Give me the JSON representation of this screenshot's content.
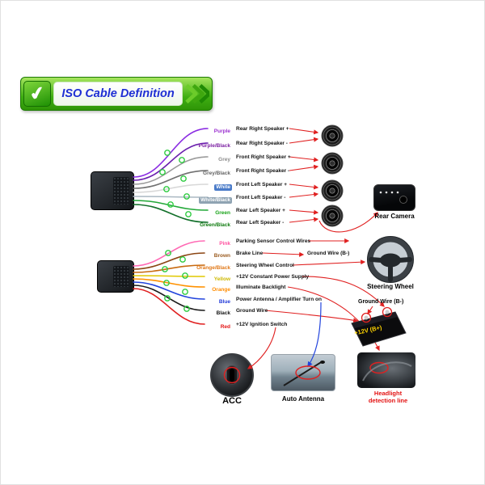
{
  "banner": {
    "check_glyph": "✔",
    "title": "ISO Cable Definition"
  },
  "colors": {
    "banner_green": "#33a40c",
    "title_blue": "#1f2fd4",
    "line_red": "#e02020",
    "line_blue": "#2244dd",
    "ring_green": "#2ecc40",
    "battery_text_yellow": "#ffd400",
    "headlight_label_red": "#e31212"
  },
  "top_harness": {
    "wires": [
      {
        "color": "Purple",
        "hex": "#9b30d0",
        "label": "Rear Right Speaker +"
      },
      {
        "color": "Purple/Black",
        "hex": "#7b1fa2",
        "label": "Rear Right Speaker -"
      },
      {
        "color": "Grey",
        "hex": "#8c8c8c",
        "label": "Front Right Speaker +"
      },
      {
        "color": "Grey/Black",
        "hex": "#636363",
        "label": "Front Right Speaker -"
      },
      {
        "color": "White",
        "hex": "#ffffff",
        "bg": "#4a7bc8",
        "label": "Front Left Speaker +"
      },
      {
        "color": "White/Black",
        "hex": "#ffffff",
        "bg": "#8fa3b2",
        "label": "Front Left Speaker -"
      },
      {
        "color": "Green",
        "hex": "#17a317",
        "label": "Rear Left Speaker +"
      },
      {
        "color": "Green/Black",
        "hex": "#0d7a0d",
        "label": "Rear Left Speaker -"
      }
    ]
  },
  "bottom_harness": {
    "brake_ground_label": "Ground Wire (B-)",
    "wires": [
      {
        "color": "Pink",
        "hex": "#ff4f9e",
        "label": "Parking Sensor Control Wires"
      },
      {
        "color": "Brown",
        "hex": "#9a5a1e",
        "label": "Brake Line"
      },
      {
        "color": "Orange/Black",
        "hex": "#e07818",
        "label": "Steering Wheel Control"
      },
      {
        "color": "Yellow",
        "hex": "#cdb800",
        "label": "+12V Constant Power Supply"
      },
      {
        "color": "Orange",
        "hex": "#ff8c00",
        "label": "Illuminate Backlight"
      },
      {
        "color": "Blue",
        "hex": "#2038d8",
        "label": "Power Antenna / Amplifier Turn on"
      },
      {
        "color": "Black",
        "hex": "#111111",
        "label": "Ground Wire"
      },
      {
        "color": "Red",
        "hex": "#e31212",
        "label": "+12V Ignition Switch"
      }
    ]
  },
  "devices": {
    "rear_camera_label": "Rear Camera",
    "steering_wheel_label": "Steering Wheel",
    "battery_ground_label": "Ground Wire (B-)",
    "battery_voltage_label": "+12V (B+)",
    "acc_label": "ACC",
    "auto_antenna_label": "Auto Antenna",
    "headlight_label": "Headlight detection line"
  }
}
